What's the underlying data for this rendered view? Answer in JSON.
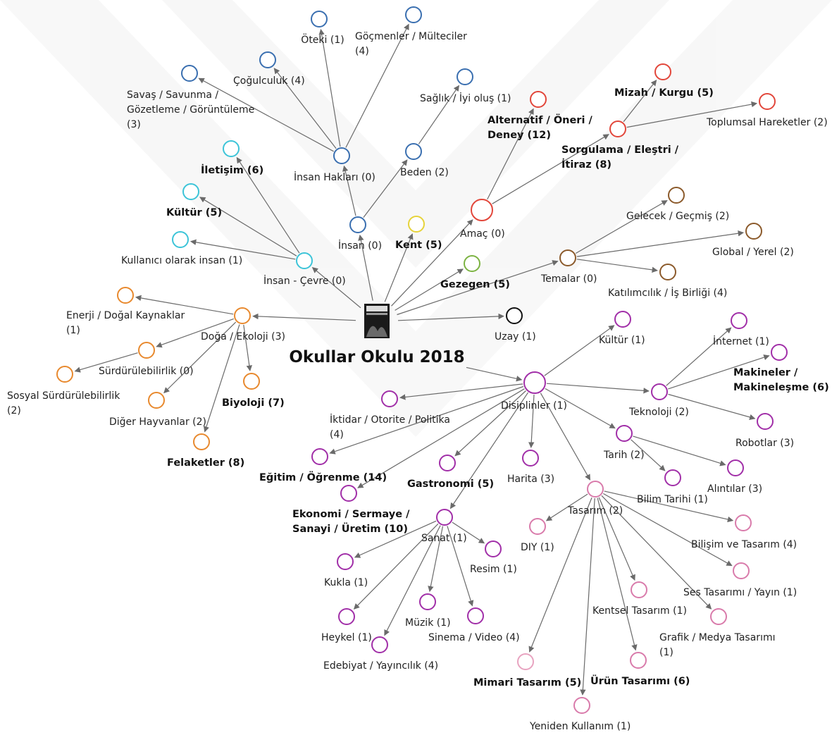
{
  "diagram": {
    "title": "Okullar Okulu 2018",
    "colors": {
      "blue": "#3a6fb0",
      "cyan": "#3cc4d8",
      "orange": "#e8892e",
      "red": "#e2463a",
      "yellow": "#e6d33a",
      "green": "#7cb342",
      "brown": "#8b5a2b",
      "black": "#111111",
      "purple": "#a12fa8",
      "pink": "#d97bab",
      "lightpink": "#e8a3c0",
      "edge": "#6a6a6a"
    },
    "nodes": [
      {
        "id": "oteki",
        "label": [
          "Öteki (1)"
        ],
        "color": "blue",
        "bold": false
      },
      {
        "id": "gocmenler",
        "label": [
          "Göçmenler / Mülteciler",
          "(4)"
        ],
        "color": "blue",
        "bold": false
      },
      {
        "id": "cogulculuk",
        "label": [
          "Çoğulculuk (4)"
        ],
        "color": "blue",
        "bold": false
      },
      {
        "id": "savas",
        "label": [
          "Savaş / Savunma /",
          "Gözetleme / Görüntüleme",
          "(3)"
        ],
        "color": "blue",
        "bold": false
      },
      {
        "id": "saglik",
        "label": [
          "Sağlık / İyi oluş (1)"
        ],
        "color": "blue",
        "bold": false
      },
      {
        "id": "insanhaklari",
        "label": [
          "İnsan Hakları (0)"
        ],
        "color": "blue",
        "bold": false
      },
      {
        "id": "beden",
        "label": [
          "Beden (2)"
        ],
        "color": "blue",
        "bold": false
      },
      {
        "id": "insan",
        "label": [
          "İnsan (0)"
        ],
        "color": "blue",
        "bold": false
      },
      {
        "id": "iletisim",
        "label": [
          "İletişim (6)"
        ],
        "color": "cyan",
        "bold": true
      },
      {
        "id": "kultur1",
        "label": [
          "Kültür (5)"
        ],
        "color": "cyan",
        "bold": true
      },
      {
        "id": "kullanici",
        "label": [
          "Kullanıcı olarak insan (1)"
        ],
        "color": "cyan",
        "bold": false
      },
      {
        "id": "insancevre",
        "label": [
          "İnsan - Çevre (0)"
        ],
        "color": "cyan",
        "bold": false
      },
      {
        "id": "kent",
        "label": [
          "Kent (5)"
        ],
        "color": "yellow",
        "bold": true
      },
      {
        "id": "gezegen",
        "label": [
          "Gezegen (5)"
        ],
        "color": "green",
        "bold": true
      },
      {
        "id": "amac",
        "label": [
          "Amaç (0)"
        ],
        "color": "red",
        "bold": false
      },
      {
        "id": "alternatif",
        "label": [
          "Alternatif / Öneri /",
          "Deney (12)"
        ],
        "color": "red",
        "bold": true
      },
      {
        "id": "sorgulama",
        "label": [
          "Sorgulama / Eleştri /",
          "İtiraz (8)"
        ],
        "color": "red",
        "bold": true
      },
      {
        "id": "mizah",
        "label": [
          "Mizah / Kurgu (5)"
        ],
        "color": "red",
        "bold": true
      },
      {
        "id": "toplumsal",
        "label": [
          "Toplumsal Hareketler (2)"
        ],
        "color": "red",
        "bold": false
      },
      {
        "id": "temalar",
        "label": [
          "Temalar (0)"
        ],
        "color": "brown",
        "bold": false
      },
      {
        "id": "gelecek",
        "label": [
          "Gelecek / Geçmiş (2)"
        ],
        "color": "brown",
        "bold": false
      },
      {
        "id": "global",
        "label": [
          "Global / Yerel (2)"
        ],
        "color": "brown",
        "bold": false
      },
      {
        "id": "katilimcilik",
        "label": [
          "Katılımcılık / İş Birliği (4)"
        ],
        "color": "brown",
        "bold": false
      },
      {
        "id": "uzay",
        "label": [
          "Uzay (1)"
        ],
        "color": "black",
        "bold": false
      },
      {
        "id": "enerji",
        "label": [
          "Enerji / Doğal Kaynaklar",
          "(1)"
        ],
        "color": "orange",
        "bold": false
      },
      {
        "id": "doga",
        "label": [
          "Doğa / Ekoloji (3)"
        ],
        "color": "orange",
        "bold": false
      },
      {
        "id": "surdurulebilirlik",
        "label": [
          "Sürdürülebilirlik (0)"
        ],
        "color": "orange",
        "bold": false
      },
      {
        "id": "sosyal",
        "label": [
          "Sosyal Sürdürülebilirlik",
          "(2)"
        ],
        "color": "orange",
        "bold": false
      },
      {
        "id": "diger",
        "label": [
          "Diğer Hayvanlar (2)"
        ],
        "color": "orange",
        "bold": false
      },
      {
        "id": "biyoloji",
        "label": [
          "Biyoloji (7)"
        ],
        "color": "orange",
        "bold": true
      },
      {
        "id": "felaketler",
        "label": [
          "Felaketler (8)"
        ],
        "color": "orange",
        "bold": true
      },
      {
        "id": "disiplinler",
        "label": [
          "Disiplinler (1)"
        ],
        "color": "purple",
        "bold": false
      },
      {
        "id": "kultur2",
        "label": [
          "Kültür (1)"
        ],
        "color": "purple",
        "bold": false
      },
      {
        "id": "internet",
        "label": [
          "İnternet (1)"
        ],
        "color": "purple",
        "bold": false
      },
      {
        "id": "makineler",
        "label": [
          "Makineler /",
          "Makineleşme (6)"
        ],
        "color": "purple",
        "bold": true
      },
      {
        "id": "teknoloji",
        "label": [
          "Teknoloji (2)"
        ],
        "color": "purple",
        "bold": false
      },
      {
        "id": "robotlar",
        "label": [
          "Robotlar (3)"
        ],
        "color": "purple",
        "bold": false
      },
      {
        "id": "iktidar",
        "label": [
          "İktidar / Otorite / Politika",
          "(4)"
        ],
        "color": "purple",
        "bold": false
      },
      {
        "id": "egitim",
        "label": [
          "Eğitim / Öğrenme (14)"
        ],
        "color": "purple",
        "bold": true
      },
      {
        "id": "gastronomi",
        "label": [
          "Gastronomi (5)"
        ],
        "color": "purple",
        "bold": true
      },
      {
        "id": "harita",
        "label": [
          "Harita (3)"
        ],
        "color": "purple",
        "bold": false
      },
      {
        "id": "tarih",
        "label": [
          "Tarih (2)"
        ],
        "color": "purple",
        "bold": false
      },
      {
        "id": "bilimtarihi",
        "label": [
          "Bilim Tarihi (1)"
        ],
        "color": "purple",
        "bold": false
      },
      {
        "id": "alintilar",
        "label": [
          "Alıntılar (3)"
        ],
        "color": "purple",
        "bold": false
      },
      {
        "id": "ekonomi",
        "label": [
          "Ekonomi / Sermaye /",
          "Sanayi / Üretim (10)"
        ],
        "color": "purple",
        "bold": true
      },
      {
        "id": "sanat",
        "label": [
          "Sanat (1)"
        ],
        "color": "purple",
        "bold": false
      },
      {
        "id": "resim",
        "label": [
          "Resim (1)"
        ],
        "color": "purple",
        "bold": false
      },
      {
        "id": "kukla",
        "label": [
          "Kukla (1)"
        ],
        "color": "purple",
        "bold": false
      },
      {
        "id": "heykel",
        "label": [
          "Heykel (1)"
        ],
        "color": "purple",
        "bold": false
      },
      {
        "id": "muzik",
        "label": [
          "Müzik (1)"
        ],
        "color": "purple",
        "bold": false
      },
      {
        "id": "sinema",
        "label": [
          "Sinema / Video (4)"
        ],
        "color": "purple",
        "bold": false
      },
      {
        "id": "edebiyat",
        "label": [
          "Edebiyat / Yayıncılık (4)"
        ],
        "color": "purple",
        "bold": false
      },
      {
        "id": "tasarim",
        "label": [
          "Tasarım (2)"
        ],
        "color": "pink",
        "bold": false
      },
      {
        "id": "diy",
        "label": [
          "DIY (1)"
        ],
        "color": "pink",
        "bold": false
      },
      {
        "id": "bilisim",
        "label": [
          "Bilişim ve Tasarım (4)"
        ],
        "color": "pink",
        "bold": false
      },
      {
        "id": "ses",
        "label": [
          "Ses Tasarımı / Yayın (1)"
        ],
        "color": "pink",
        "bold": false
      },
      {
        "id": "kentsel",
        "label": [
          "Kentsel Tasarım (1)"
        ],
        "color": "pink",
        "bold": false
      },
      {
        "id": "grafik",
        "label": [
          "Grafik / Medya Tasarımı",
          "(1)"
        ],
        "color": "pink",
        "bold": false
      },
      {
        "id": "mimari",
        "label": [
          "Mimari Tasarım (5)"
        ],
        "color": "lightpink",
        "bold": true
      },
      {
        "id": "urun",
        "label": [
          "Ürün Tasarımı (6)"
        ],
        "color": "pink",
        "bold": true
      },
      {
        "id": "yeniden",
        "label": [
          "Yeniden Kullanım (1)"
        ],
        "color": "pink",
        "bold": false
      }
    ],
    "edges": [
      [
        "center",
        "insancevre"
      ],
      [
        "center",
        "insan"
      ],
      [
        "center",
        "kent"
      ],
      [
        "center",
        "amac"
      ],
      [
        "center",
        "gezegen"
      ],
      [
        "center",
        "temalar"
      ],
      [
        "center",
        "uzay"
      ],
      [
        "center",
        "doga"
      ],
      [
        "title",
        "disiplinler"
      ],
      [
        "insan",
        "insanhaklari"
      ],
      [
        "insan",
        "beden"
      ],
      [
        "insanhaklari",
        "oteki"
      ],
      [
        "insanhaklari",
        "gocmenler"
      ],
      [
        "insanhaklari",
        "cogulculuk"
      ],
      [
        "insanhaklari",
        "savas"
      ],
      [
        "beden",
        "saglik"
      ],
      [
        "insancevre",
        "iletisim"
      ],
      [
        "insancevre",
        "kultur1"
      ],
      [
        "insancevre",
        "kullanici"
      ],
      [
        "amac",
        "alternatif"
      ],
      [
        "amac",
        "sorgulama"
      ],
      [
        "sorgulama",
        "mizah"
      ],
      [
        "sorgulama",
        "toplumsal"
      ],
      [
        "temalar",
        "gelecek"
      ],
      [
        "temalar",
        "global"
      ],
      [
        "temalar",
        "katilimcilik"
      ],
      [
        "doga",
        "enerji"
      ],
      [
        "doga",
        "surdurulebilirlik"
      ],
      [
        "doga",
        "diger"
      ],
      [
        "doga",
        "biyoloji"
      ],
      [
        "doga",
        "felaketler"
      ],
      [
        "surdurulebilirlik",
        "sosyal"
      ],
      [
        "disiplinler",
        "kultur2"
      ],
      [
        "disiplinler",
        "teknoloji"
      ],
      [
        "disiplinler",
        "iktidar"
      ],
      [
        "disiplinler",
        "egitim"
      ],
      [
        "disiplinler",
        "gastronomi"
      ],
      [
        "disiplinler",
        "ekonomi"
      ],
      [
        "disiplinler",
        "sanat"
      ],
      [
        "disiplinler",
        "harita"
      ],
      [
        "disiplinler",
        "tarih"
      ],
      [
        "disiplinler",
        "tasarim"
      ],
      [
        "teknoloji",
        "internet"
      ],
      [
        "teknoloji",
        "makineler"
      ],
      [
        "teknoloji",
        "robotlar"
      ],
      [
        "tarih",
        "bilimtarihi"
      ],
      [
        "tarih",
        "alintilar"
      ],
      [
        "sanat",
        "resim"
      ],
      [
        "sanat",
        "kukla"
      ],
      [
        "sanat",
        "heykel"
      ],
      [
        "sanat",
        "muzik"
      ],
      [
        "sanat",
        "sinema"
      ],
      [
        "sanat",
        "edebiyat"
      ],
      [
        "tasarim",
        "diy"
      ],
      [
        "tasarim",
        "bilisim"
      ],
      [
        "tasarim",
        "ses"
      ],
      [
        "tasarim",
        "kentsel"
      ],
      [
        "tasarim",
        "grafik"
      ],
      [
        "tasarim",
        "mimari"
      ],
      [
        "tasarim",
        "urun"
      ],
      [
        "tasarim",
        "yeniden"
      ]
    ]
  }
}
